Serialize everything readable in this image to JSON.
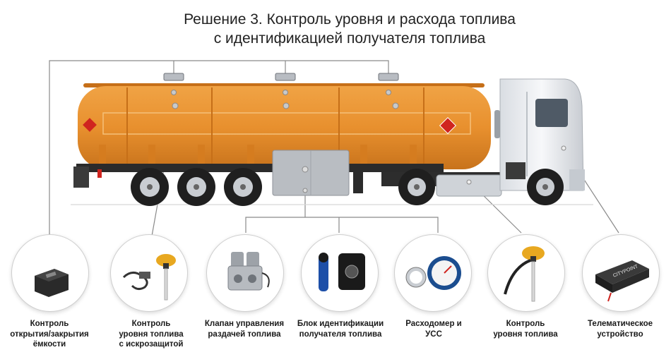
{
  "title": {
    "line1": "Решение 3. Контроль уровня и расхода топлива",
    "line2": "с идентификацией получателя топлива"
  },
  "components": [
    {
      "id": "lid-control",
      "lines": [
        "Контроль",
        "открытия/закрытия",
        "ёмкости"
      ],
      "icon": "lid-sensor-icon"
    },
    {
      "id": "fuel-level-ex",
      "lines": [
        "Контроль",
        "уровня топлива",
        "с искрозащитой"
      ],
      "icon": "fuel-level-sensor-ex-icon"
    },
    {
      "id": "valve",
      "lines": [
        "Клапан управления",
        "раздачей топлива"
      ],
      "icon": "valve-icon"
    },
    {
      "id": "id-block",
      "lines": [
        "Блок идентификации",
        "получателя топлива"
      ],
      "icon": "id-key-reader-icon"
    },
    {
      "id": "flowmeter",
      "lines": [
        "Расходомер и",
        "УСС"
      ],
      "icon": "flowmeter-icon"
    },
    {
      "id": "fuel-level",
      "lines": [
        "Контроль",
        "уровня топлива"
      ],
      "icon": "fuel-level-sensor-icon"
    },
    {
      "id": "telematics",
      "lines": [
        "Телематическое",
        "устройство"
      ],
      "icon": "telematics-device-icon"
    }
  ],
  "device_label": "CITYPOINT",
  "colors": {
    "tank": "#e8902e",
    "tank_dark": "#c46d15",
    "line": "#8a8a8a",
    "hazard": "#d0241f"
  }
}
